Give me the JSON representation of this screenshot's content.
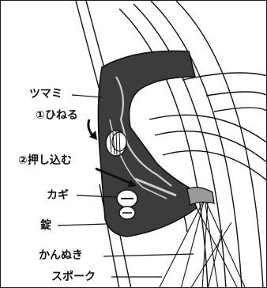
{
  "labels": {
    "tsumami": "ツマミ",
    "step1": "①ひねる",
    "step2": "②押し込む",
    "kagi": "カギ",
    "jou": "錠",
    "kannuki": "かんぬき",
    "spoke": "スポーク"
  },
  "colors": {
    "line": "#111111",
    "lock_body": "#3c3c3c",
    "lock_highlight": "#cfcfcf",
    "bolt": "#9a9a9a",
    "background": "#ffffff"
  },
  "icons": {
    "twist_arrow": "curved-arrow-icon",
    "push_arrow": "straight-arrow-icon",
    "key": "key-icon"
  }
}
